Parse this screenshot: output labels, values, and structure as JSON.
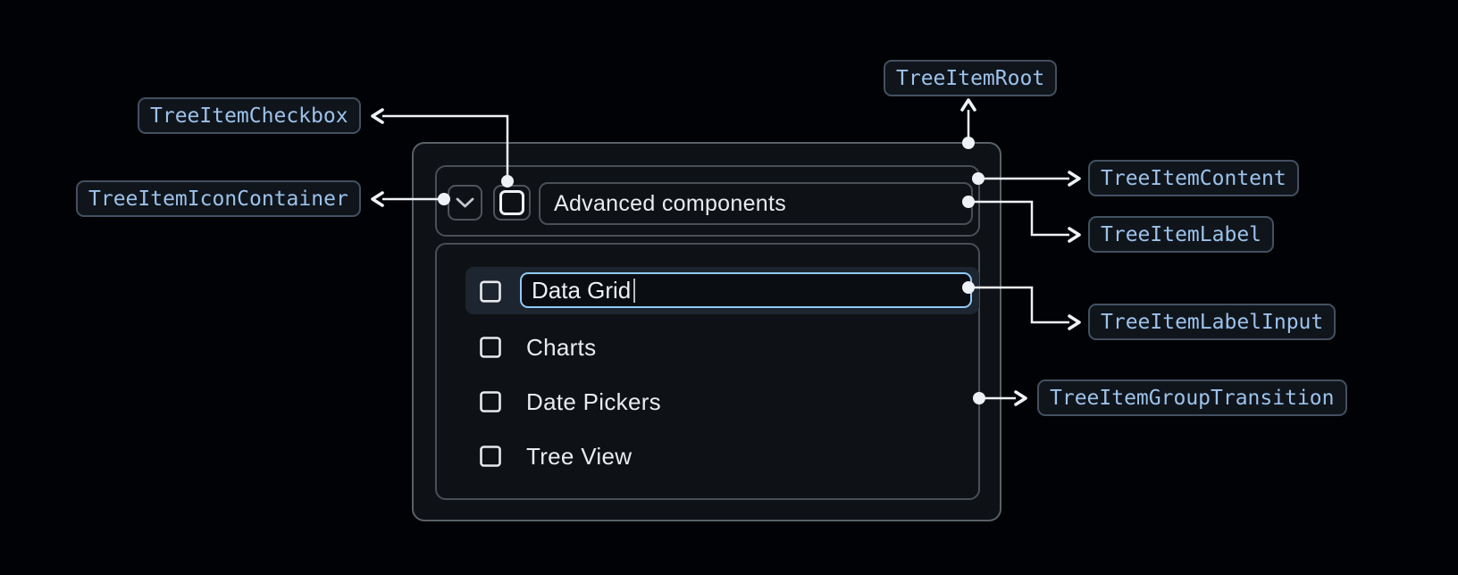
{
  "colors": {
    "page_bg": "#000205",
    "panel_bg": "#0e1116",
    "panel_border": "#5a6066",
    "inner_border": "#4a4f55",
    "row_highlight_bg": "#1d2530",
    "input_focus_border": "#90caf9",
    "badge_bg": "#10151c",
    "badge_border": "#435061",
    "badge_text": "#9cc2ea",
    "text": "#e9ecef",
    "connector": "#eef2f6"
  },
  "badges": {
    "checkbox": "TreeItemCheckbox",
    "icon_container": "TreeItemIconContainer",
    "root": "TreeItemRoot",
    "content": "TreeItemContent",
    "label": "TreeItemLabel",
    "label_input": "TreeItemLabelInput",
    "group_transition": "TreeItemGroupTransition"
  },
  "tree": {
    "parent": {
      "label": "Advanced components",
      "expanded": true,
      "checked": false
    },
    "editing_item": {
      "input_value": "Data Grid",
      "checked": false
    },
    "children": [
      {
        "label": "Charts",
        "checked": false
      },
      {
        "label": "Date Pickers",
        "checked": false
      },
      {
        "label": "Tree View",
        "checked": false
      }
    ]
  }
}
